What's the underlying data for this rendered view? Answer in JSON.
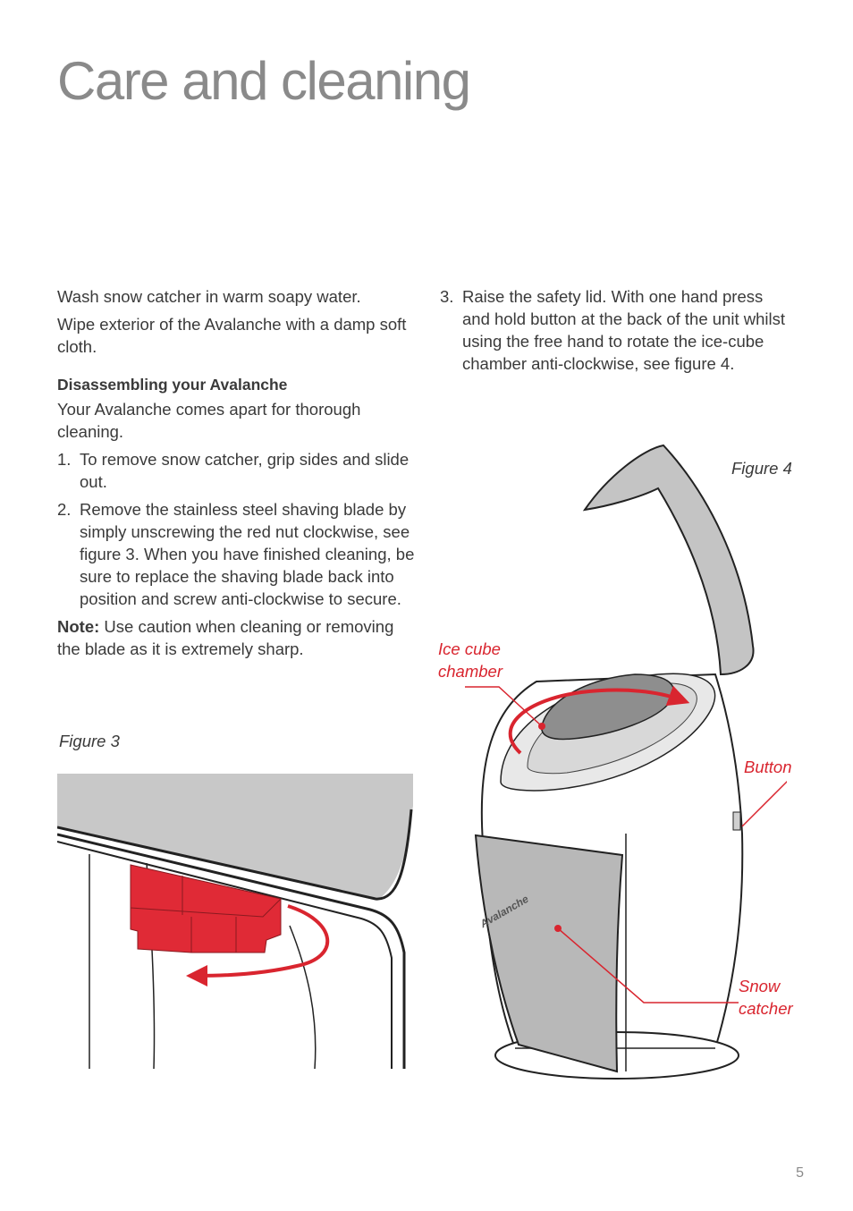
{
  "page": {
    "title": "Care and cleaning",
    "page_number": "5"
  },
  "left_column": {
    "para1": "Wash snow catcher in warm soapy water.",
    "para2": "Wipe exterior of the Avalanche with a damp soft cloth.",
    "heading": "Disassembling your Avalanche",
    "intro": "Your Avalanche comes apart for thorough cleaning.",
    "items": [
      {
        "num": "1.",
        "text": "To remove snow catcher, grip sides and slide out."
      },
      {
        "num": "2.",
        "text": "Remove the stainless steel shaving blade by simply unscrewing the red nut clockwise, see figure 3. When you have finished cleaning, be sure to replace the shaving blade back into position and screw anti-clockwise to secure."
      }
    ],
    "note_label": "Note:",
    "note_text": " Use caution when cleaning or removing the blade as it is extremely sharp."
  },
  "right_column": {
    "item3_num": "3.",
    "item3_text": "Raise the safety lid. With one hand press and hold button at the back of the unit whilst using the free hand to rotate the ice-cube chamber anti-clockwise, see figure 4."
  },
  "figure3": {
    "caption": "Figure 3"
  },
  "figure4": {
    "caption": "Figure 4",
    "label_ice_cube": "Ice cube chamber",
    "label_button": "Button",
    "label_snow": "Snow catcher",
    "logo_text": "Avalanche"
  },
  "colors": {
    "accent_red": "#d9252f",
    "title_grey": "#8a8a8a",
    "panel_grey": "#c8c8c8"
  }
}
